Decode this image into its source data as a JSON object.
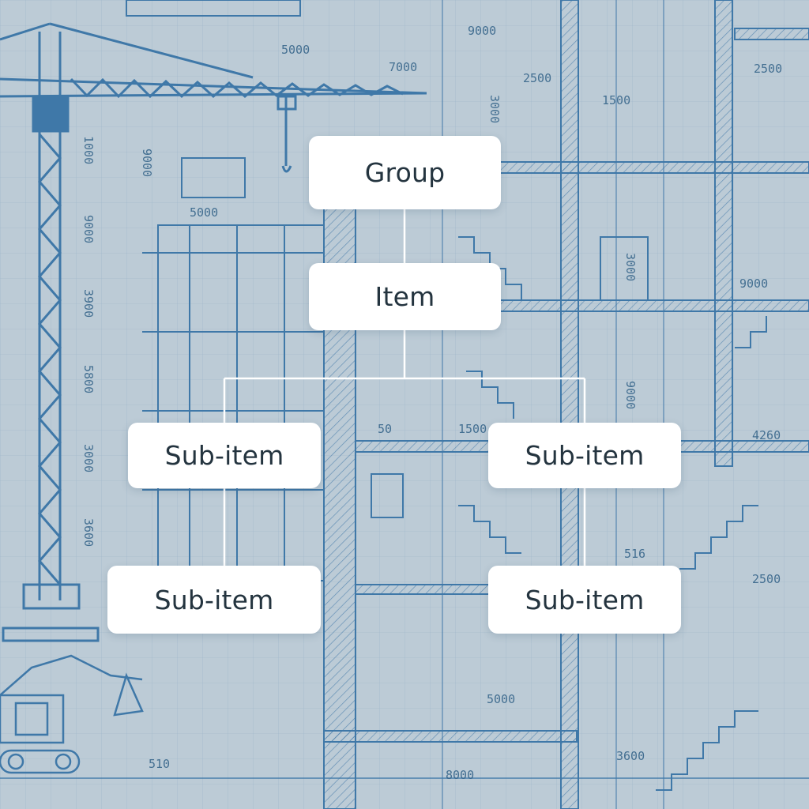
{
  "colors": {
    "background": "#bccbd6",
    "blueprint_line": "#3f78a8",
    "connector": "#ffffff",
    "node_fill": "#ffffff",
    "node_text": "#24343f"
  },
  "backdrop": {
    "description_free_dimension_labels": [
      "5000",
      "7000",
      "9000",
      "2500",
      "1500",
      "3000",
      "2500",
      "1000",
      "9000",
      "5000",
      "9000",
      "3900",
      "5800",
      "3000",
      "3600",
      "9000",
      "9000",
      "4260",
      "50",
      "1500",
      "516",
      "2500",
      "5000",
      "3600",
      "510",
      "8000"
    ]
  },
  "tree": {
    "root": {
      "label": "Group"
    },
    "item": {
      "label": "Item"
    },
    "sub_left_1": {
      "label": "Sub-item"
    },
    "sub_right_1": {
      "label": "Sub-item"
    },
    "sub_left_2": {
      "label": "Sub-item"
    },
    "sub_right_2": {
      "label": "Sub-item"
    }
  }
}
